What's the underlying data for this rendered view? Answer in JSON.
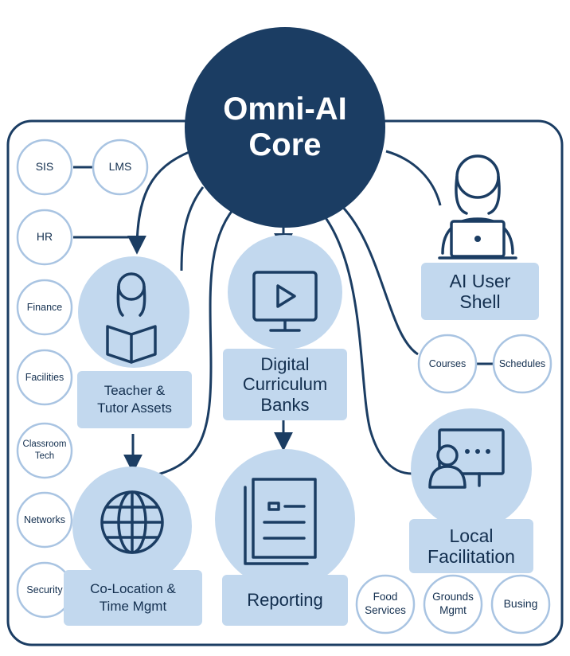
{
  "core": {
    "title": "Omni-AI\nCore"
  },
  "left_systems": [
    "SIS",
    "LMS",
    "HR",
    "Finance",
    "Facilities",
    "Classroom\nTech",
    "Networks",
    "Security"
  ],
  "teacher_assets": "Teacher &\nTutor Assets",
  "co_location": "Co-Location &\nTime Mgmt",
  "curriculum": "Digital\nCurriculum\nBanks",
  "reporting": "Reporting",
  "ai_shell": "AI User\nShell",
  "shell_links": [
    "Courses",
    "Schedules"
  ],
  "local_facilitation": "Local\nFacilitation",
  "services": [
    "Food\nServices",
    "Grounds\nMgmt",
    "Busing"
  ],
  "colors": {
    "navy": "#1b3d63",
    "light_blue": "#c2d8ee",
    "border_blue": "#8fb2d6",
    "text": "#132f4f"
  }
}
